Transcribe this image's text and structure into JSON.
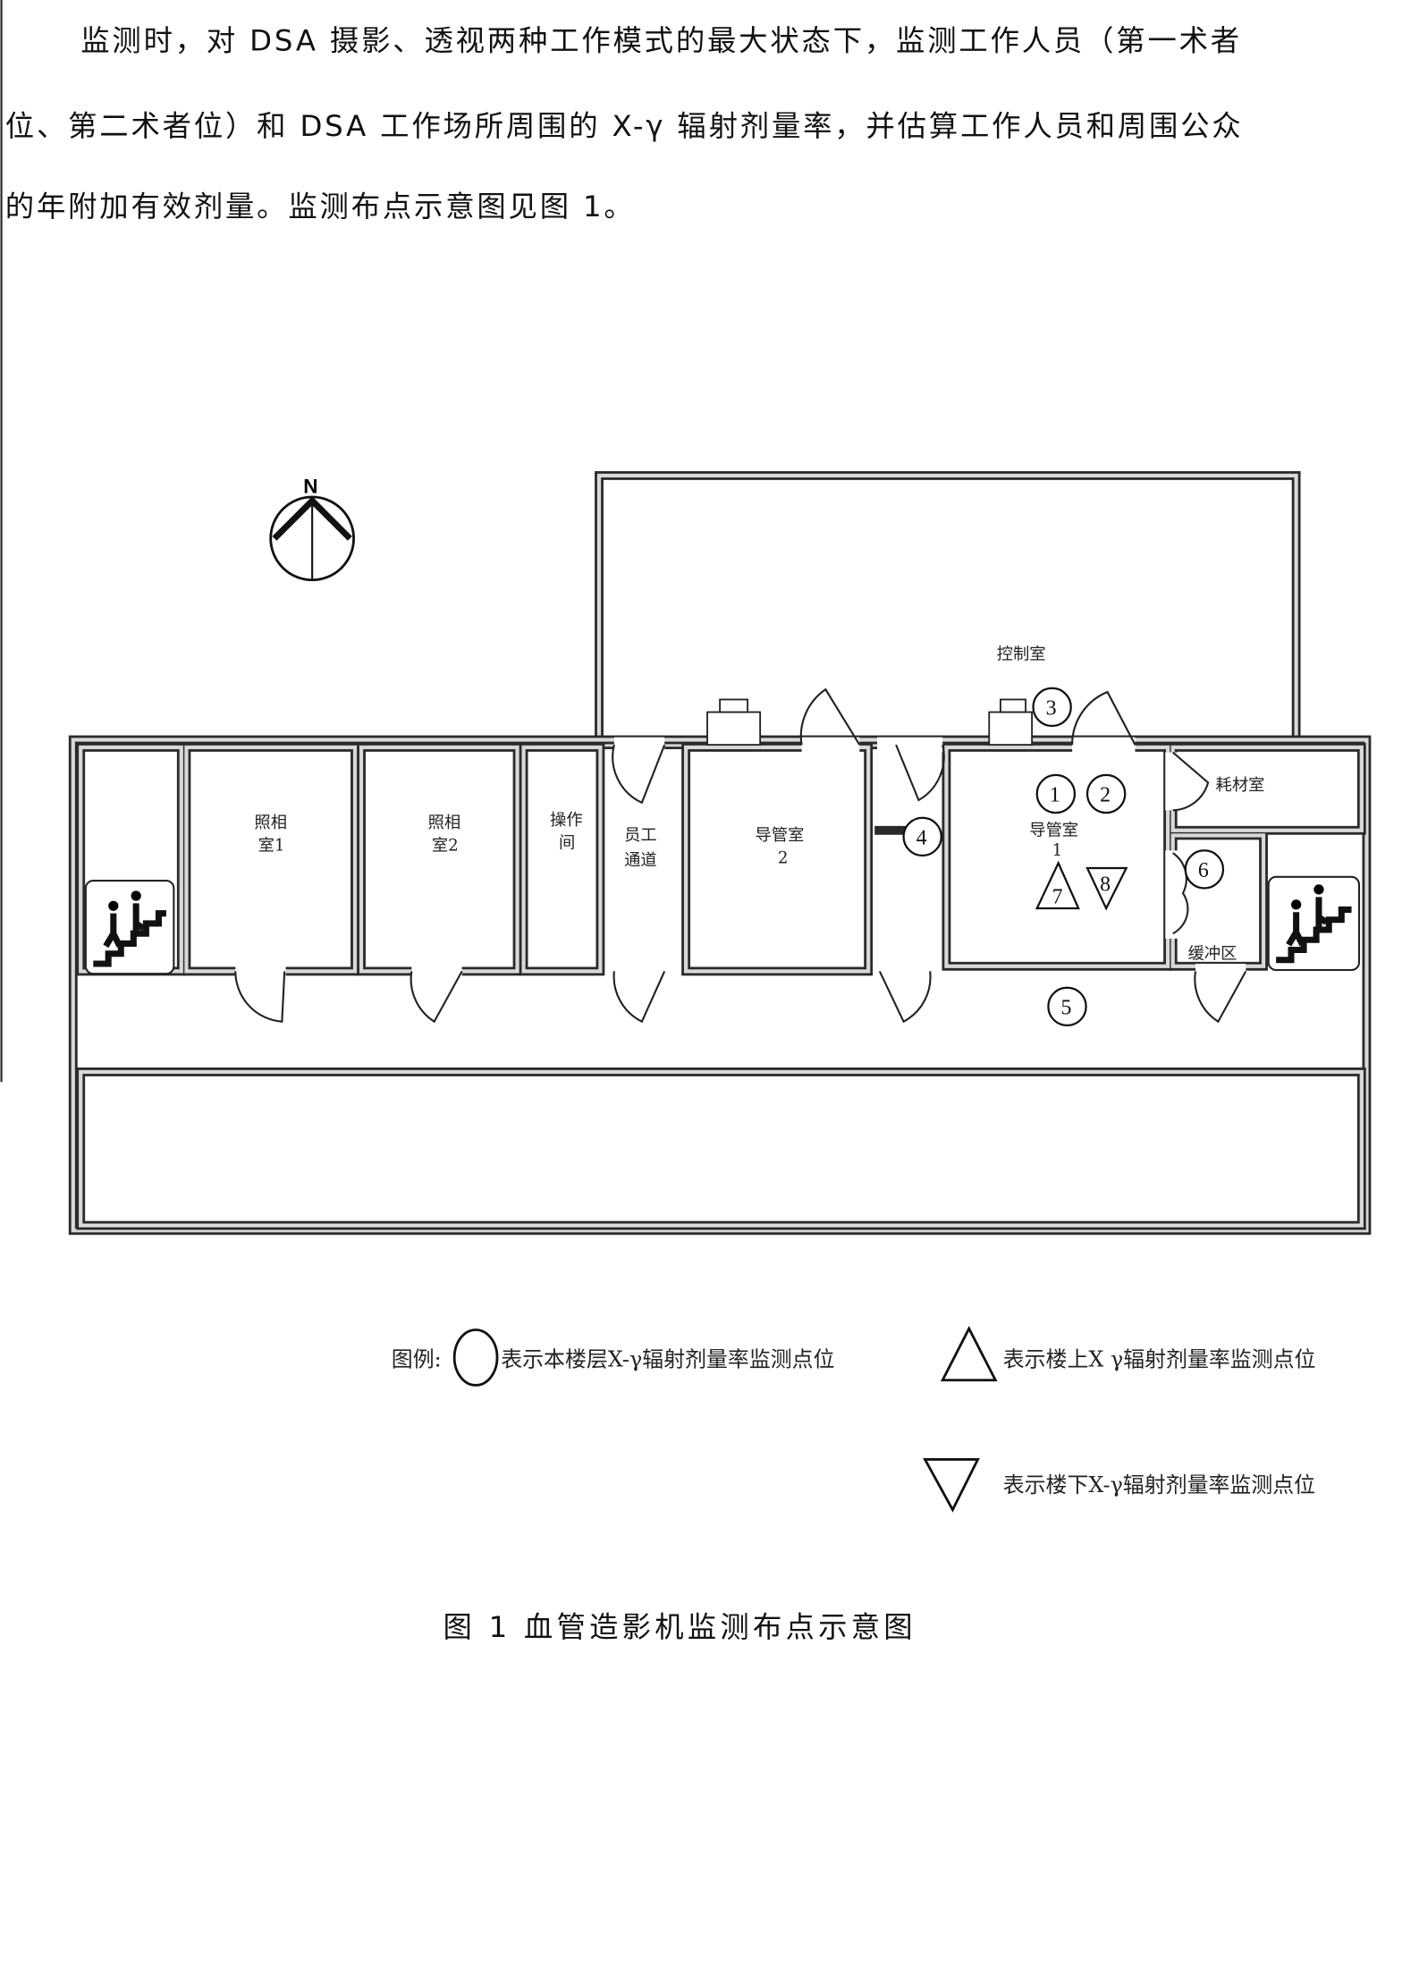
{
  "paragraph": {
    "lines": [
      "监测时，对 DSA 摄影、透视两种工作模式的最大状态下，监测工作人员（第一术者",
      "位、第二术者位）和 DSA 工作场所周围的 X-γ 辐射剂量率，并估算工作人员和周围公众",
      "的年附加有效剂量。监测布点示意图见图 1。"
    ]
  },
  "compass": {
    "north_label": "N"
  },
  "rooms": {
    "control_room": "控制室",
    "photo_room_1": [
      "照相",
      "室1"
    ],
    "photo_room_2": [
      "照相",
      "室2"
    ],
    "operation_room": [
      "操作",
      "间"
    ],
    "staff_passage": [
      "员工",
      "通道"
    ],
    "cath_room_2": [
      "导管室",
      "2"
    ],
    "cath_room_1": [
      "导管室",
      "1"
    ],
    "supply_room": "耗材室",
    "buffer_zone": "缓冲区"
  },
  "markers": {
    "same_floor": [
      "1",
      "2",
      "3",
      "4",
      "5",
      "6"
    ],
    "upstairs": [
      "7"
    ],
    "downstairs": [
      "8"
    ]
  },
  "legend": {
    "prefix": "图例:",
    "same_floor": "表示本楼层X-γ辐射剂量率监测点位",
    "upstairs": "表示楼上X  γ辐射剂量率监测点位",
    "downstairs": "表示楼下X-γ辐射剂量率监测点位"
  },
  "caption": "图 1  血管造影机监测布点示意图"
}
